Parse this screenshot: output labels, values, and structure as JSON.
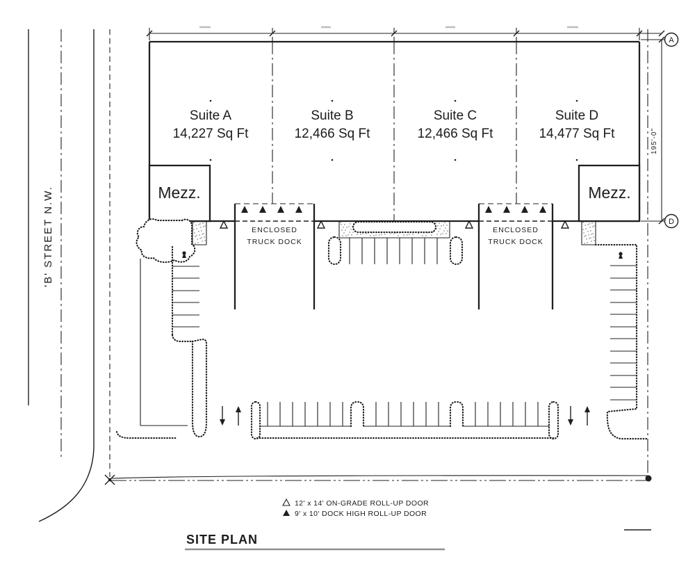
{
  "drawing": {
    "title": "SITE PLAN",
    "street": {
      "label": "'B' STREET N.W."
    },
    "building": {
      "suites": [
        {
          "name": "Suite A",
          "area": "14,227 Sq Ft"
        },
        {
          "name": "Suite B",
          "area": "12,466 Sq Ft"
        },
        {
          "name": "Suite C",
          "area": "12,466 Sq Ft"
        },
        {
          "name": "Suite D",
          "area": "14,477 Sq Ft"
        }
      ],
      "mezzanine_label": "Mezz.",
      "truck_dock": {
        "line1": "ENCLOSED",
        "line2": "TRUCK DOCK"
      }
    },
    "grid_markers": {
      "top": "A",
      "bottom": "D"
    },
    "dimensions": {
      "right_side": "195'-0\""
    },
    "legend": {
      "items": [
        {
          "symbol": "open-triangle",
          "text": "12' x 14' ON-GRADE ROLL-UP DOOR"
        },
        {
          "symbol": "filled-triangle",
          "text": "9' x 10' DOCK HIGH ROLL-UP DOOR"
        }
      ]
    },
    "colors": {
      "ink": "#1f1f1f",
      "paper": "#ffffff",
      "underline": "#8f8f8f"
    }
  }
}
